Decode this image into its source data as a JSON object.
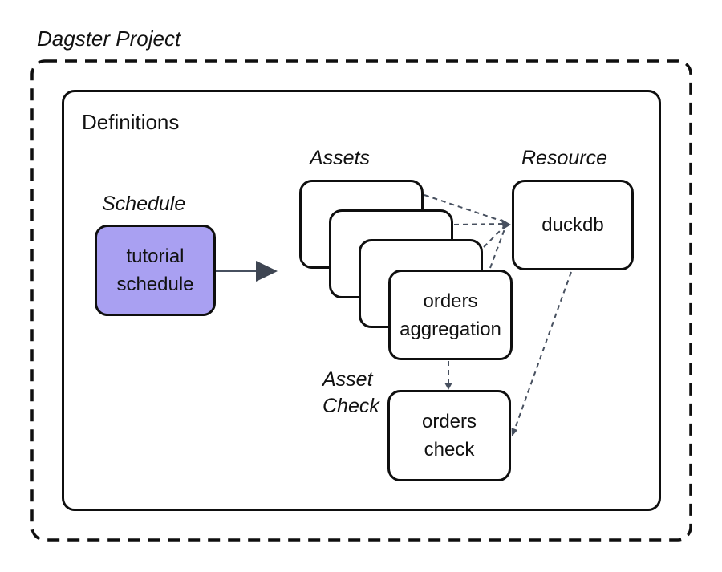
{
  "title": "Dagster Project",
  "definitions": {
    "label": "Definitions"
  },
  "schedule": {
    "label": "Schedule",
    "node": {
      "line1": "tutorial",
      "line2": "schedule"
    }
  },
  "assets": {
    "label": "Assets",
    "stack_count": 4,
    "front_node": {
      "line1": "orders",
      "line2": "aggregation"
    }
  },
  "resource": {
    "label": "Resource",
    "node": {
      "label": "duckdb"
    }
  },
  "asset_check": {
    "label_line1": "Asset",
    "label_line2": "Check",
    "node": {
      "line1": "orders",
      "line2": "check"
    }
  },
  "colors": {
    "background": "#ffffff",
    "text": "#111111",
    "node_border": "#0f0f0f",
    "schedule_fill": "#a9a0f2",
    "connector": "#47505f",
    "arrow_fill": "#3e4552"
  }
}
